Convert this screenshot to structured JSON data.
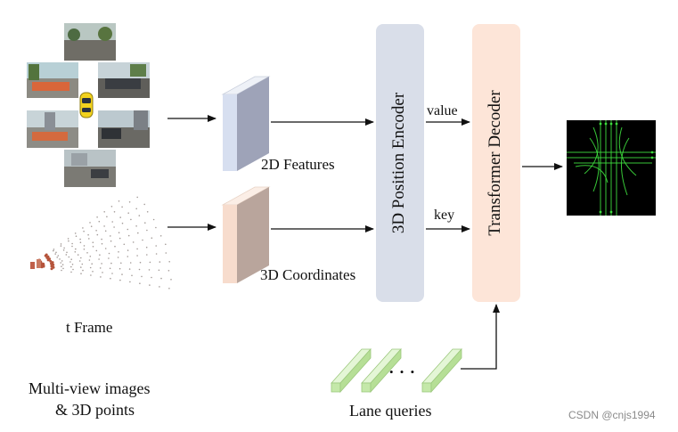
{
  "inputs": {
    "frame_label": "t  Frame",
    "caption_line1": "Multi-view images",
    "caption_line2": "& 3D points"
  },
  "features": {
    "features_2d": "2D Features",
    "coords_3d": "3D Coordinates"
  },
  "encoder": {
    "label": "3D Position Encoder",
    "color": "#d9dee9"
  },
  "decoder": {
    "label": "Transformer  Decoder",
    "color": "#fde5d8"
  },
  "edges": {
    "value_label": "value",
    "key_label": "key"
  },
  "queries": {
    "label": "Lane queries",
    "dots": "• • •"
  },
  "output": {
    "background": "#000000",
    "line_color": "#3ddc3d"
  },
  "watermark": "CSDN @cnjs1994"
}
